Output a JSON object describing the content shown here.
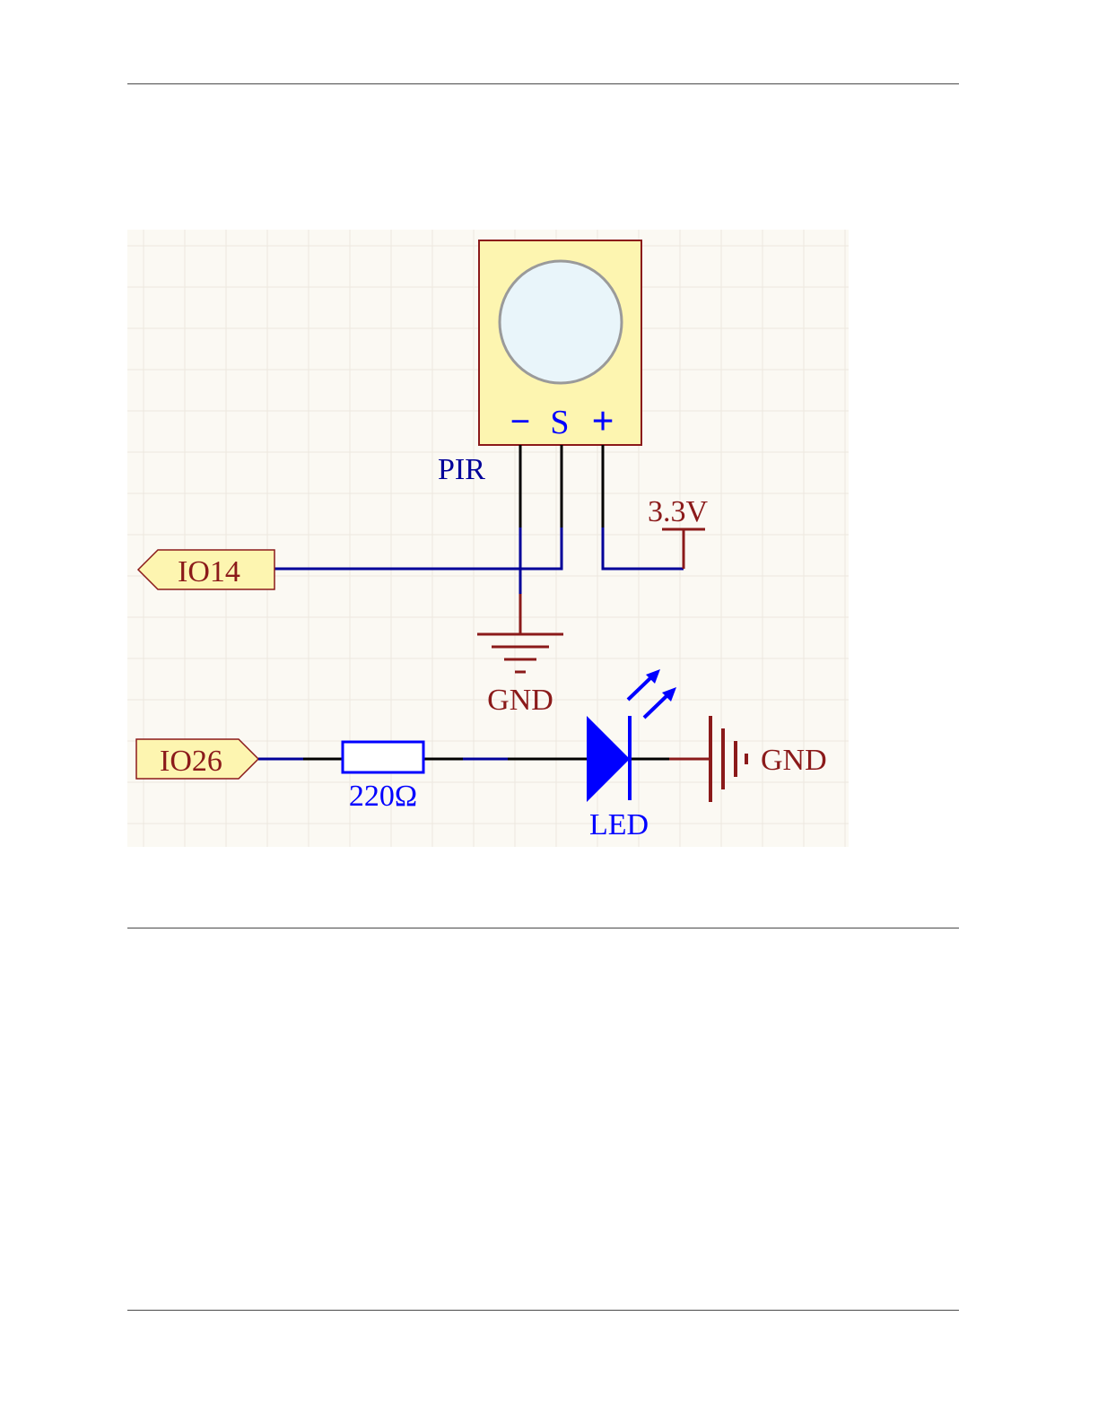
{
  "schematic": {
    "colors": {
      "background": "#fbf9f3",
      "grid": "#ece8df",
      "blue": "#0000ff",
      "navy": "#000099",
      "dark_red": "#8b1a1a",
      "black": "#000000",
      "part_fill": "#fdf5b0",
      "part_border": "#8b1a1a",
      "lens_fill": "#e9f5fa",
      "lens_border": "#9a9a9a"
    },
    "pir": {
      "label": "PIR",
      "pin_minus": "−",
      "pin_signal": "S",
      "pin_plus": "+"
    },
    "power": {
      "label": "3.3V"
    },
    "ports": {
      "io14": "IO14",
      "io26": "IO26"
    },
    "ground_upper": {
      "label": "GND"
    },
    "resistor": {
      "label": "220Ω"
    },
    "led": {
      "label": "LED"
    },
    "ground_right": {
      "label": "GND"
    }
  }
}
